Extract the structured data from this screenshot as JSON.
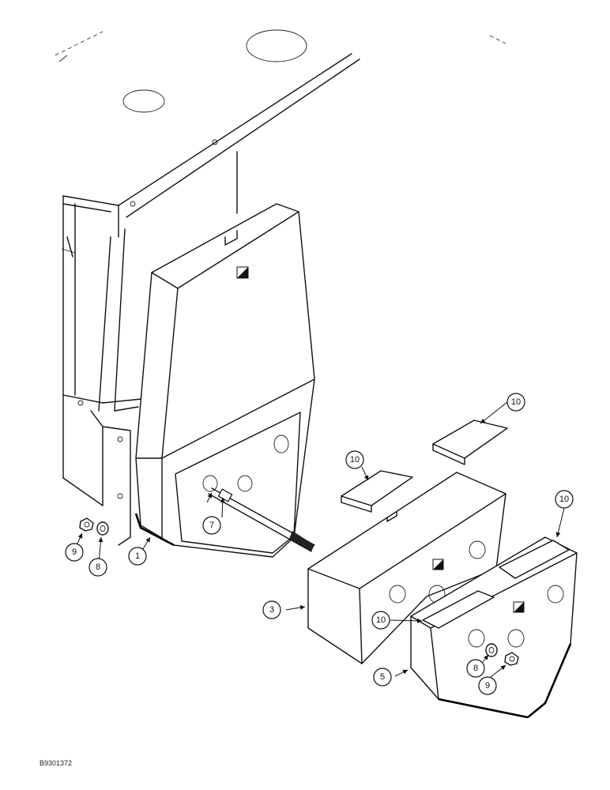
{
  "drawing_code": "B9301372",
  "callouts": [
    {
      "label": "1"
    },
    {
      "label": "3"
    },
    {
      "label": "5"
    },
    {
      "label": "7"
    },
    {
      "label": "8"
    },
    {
      "label": "8"
    },
    {
      "label": "9"
    },
    {
      "label": "9"
    },
    {
      "label": "10"
    },
    {
      "label": "10"
    },
    {
      "label": "10"
    },
    {
      "label": "10"
    }
  ]
}
